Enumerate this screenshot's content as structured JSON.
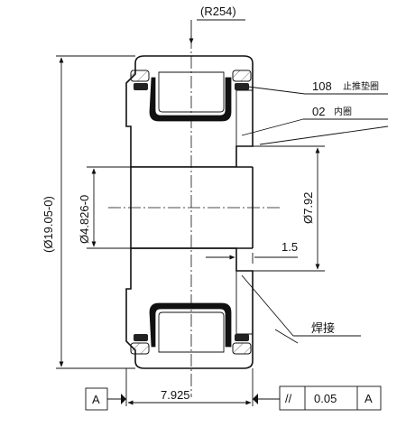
{
  "dimensions": {
    "top_radius": "(R254)",
    "outer_diameter": "(Ø19.05-0)",
    "bore_diameter": "Ø4.826-0",
    "inner_step_diameter": "Ø7.92",
    "step_width": "1.5",
    "overall_width": "7.925"
  },
  "callouts": {
    "seal_code": "108",
    "seal_name": "止推垫圈",
    "ring_code": "02",
    "ring_name": "内圈",
    "weld": "焊接"
  },
  "datum": {
    "label": "A"
  },
  "tolerance_frame": {
    "symbol": "//",
    "value": "0.05",
    "datum": "A"
  }
}
